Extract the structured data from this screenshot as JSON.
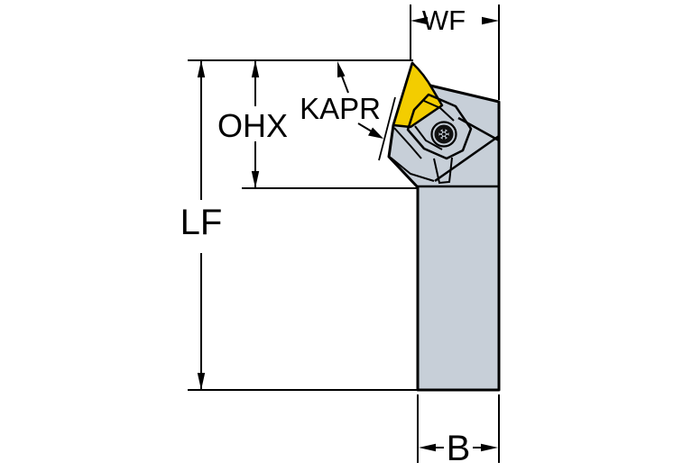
{
  "drawing": {
    "dimensions": {
      "wf": {
        "label": "WF"
      },
      "ohx": {
        "label": "OHX"
      },
      "kapr": {
        "label": "KAPR"
      },
      "lf": {
        "label": "LF"
      },
      "b": {
        "label": "B"
      }
    }
  },
  "colors": {
    "background": "#ffffff",
    "body_fill": "#c7cfd8",
    "insert_fill": "#f3cd00",
    "line": "#000000",
    "screw_ring": "#111111"
  }
}
